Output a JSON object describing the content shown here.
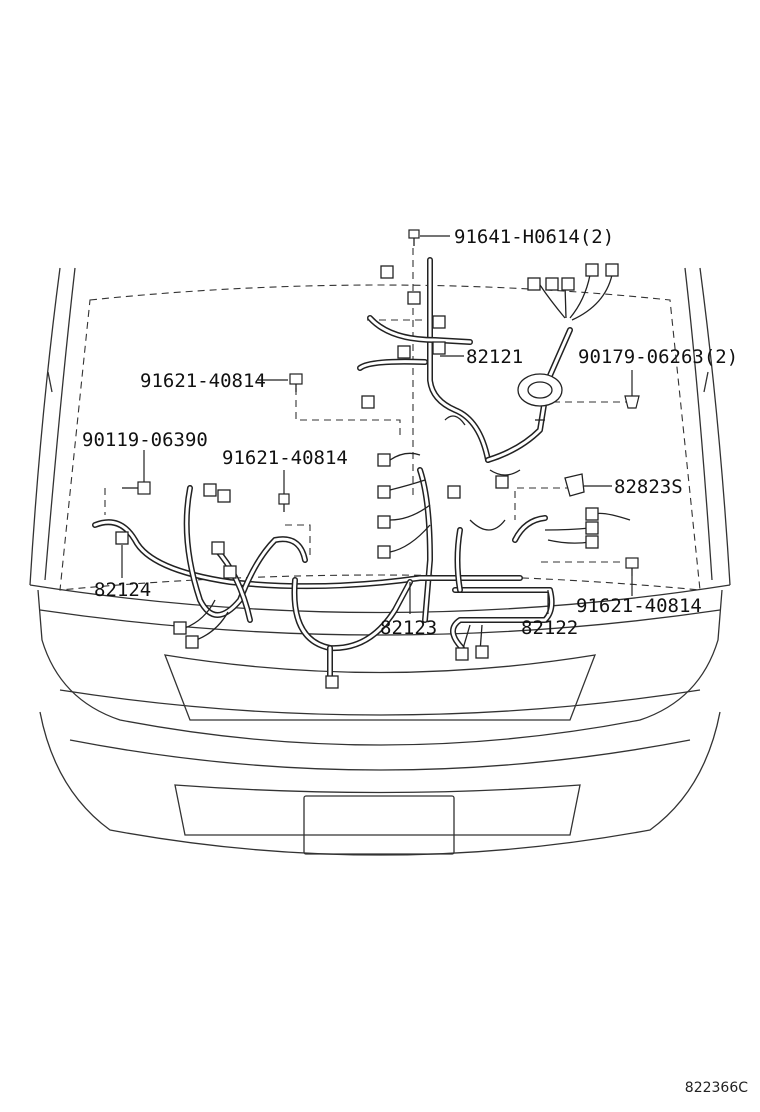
{
  "diagram": {
    "callouts": {
      "clip_top": "91641-H0614(2)",
      "harness_engine": "82121",
      "grommet": "90179-06263(2)",
      "bolt_left_upper": "91621-40814",
      "bolt_far_left": "90119-06390",
      "bolt_left_mid": "91621-40814",
      "clamp_right": "82823S",
      "harness_left": "82124",
      "harness_center": "82123",
      "harness_right": "82122",
      "bolt_right": "91621-40814"
    },
    "reference_code": "822366C"
  },
  "icons": {
    "bolt": "bolt-icon",
    "connector": "connector-icon",
    "clip": "clip-icon",
    "grommet": "grommet-icon"
  }
}
